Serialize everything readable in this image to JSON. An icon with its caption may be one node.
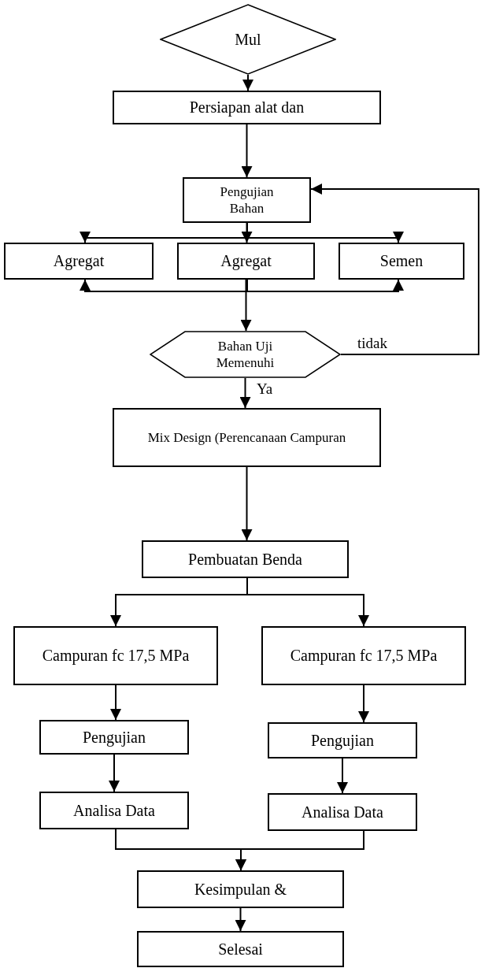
{
  "diagram": {
    "nodes": [
      {
        "text": [
          "Mul"
        ]
      },
      {
        "text": [
          "Persiapan alat dan"
        ]
      },
      {
        "text": [
          "Pengujian Bahan"
        ]
      },
      {
        "text": [
          "Agregat"
        ]
      },
      {
        "text": [
          "Agregat"
        ]
      },
      {
        "text": [
          "Semen"
        ]
      },
      {
        "text": [
          "Bahan Uji Memenuhi"
        ]
      },
      {
        "text": [
          "Mix Design (Perencanaan Campuran"
        ]
      },
      {
        "text": [
          "Pembuatan Benda"
        ]
      },
      {
        "text": [
          "Campuran fc  17,5 MPa"
        ]
      },
      {
        "text": [
          "Campuran fc  17,5 MPa"
        ]
      },
      {
        "text": [
          "Pengujian"
        ]
      },
      {
        "text": [
          "Pengujian"
        ]
      },
      {
        "text": [
          "Analisa Data"
        ]
      },
      {
        "text": [
          "Analisa Data"
        ]
      },
      {
        "text": [
          "Kesimpulan &"
        ]
      },
      {
        "text": [
          "Selesai"
        ]
      }
    ],
    "edges": [
      {
        "from": 0,
        "to": 1,
        "arrow": "to"
      },
      {
        "from": 1,
        "to": 2,
        "arrow": "to"
      },
      {
        "from": 2,
        "to": 3,
        "arrow": "to"
      },
      {
        "from": 2,
        "to": 4,
        "arrow": "to"
      },
      {
        "from": 2,
        "to": 5,
        "arrow": "to"
      },
      {
        "from": 4,
        "to": 3,
        "arrow": "to"
      },
      {
        "from": 4,
        "to": 5,
        "arrow": "to"
      },
      {
        "from": 4,
        "to": 6,
        "arrow": "to"
      },
      {
        "from": 6,
        "to": 2,
        "arrow": "to",
        "label": "tidak"
      },
      {
        "from": 6,
        "to": 7,
        "arrow": "to",
        "label": "Ya"
      },
      {
        "from": 7,
        "to": 8,
        "arrow": "to"
      },
      {
        "from": 8,
        "to": 9,
        "arrow": "to"
      },
      {
        "from": 8,
        "to": 10,
        "arrow": "to"
      },
      {
        "from": 9,
        "to": 11,
        "arrow": "to"
      },
      {
        "from": 10,
        "to": 12,
        "arrow": "to"
      },
      {
        "from": 11,
        "to": 13,
        "arrow": "to"
      },
      {
        "from": 12,
        "to": 14,
        "arrow": "to"
      },
      {
        "from": 13,
        "to": 15,
        "arrow": "to"
      },
      {
        "from": 14,
        "to": 15,
        "arrow": "to"
      },
      {
        "from": 15,
        "to": 16,
        "arrow": "to"
      }
    ]
  }
}
